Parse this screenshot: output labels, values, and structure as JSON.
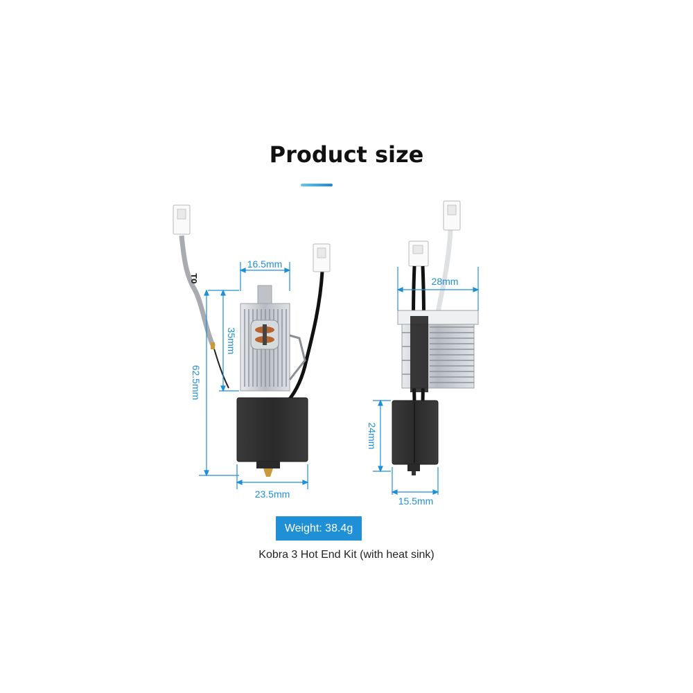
{
  "title": "Product size",
  "dimensions": {
    "front_width_top": "16.5mm",
    "front_height_heatsink": "35mm",
    "front_height_total": "62.5mm",
    "front_width_bottom": "23.5mm",
    "side_width_top": "28mm",
    "side_height_block": "24mm",
    "side_width_bottom": "15.5mm"
  },
  "cable_label": "T0",
  "weight_label": "Weight: 38.4g",
  "caption": "Kobra 3 Hot End Kit (with heat sink)",
  "colors": {
    "accent": "#1f8fd6",
    "heatsink": "#cfd2d6",
    "block": "#2d2d2d"
  }
}
